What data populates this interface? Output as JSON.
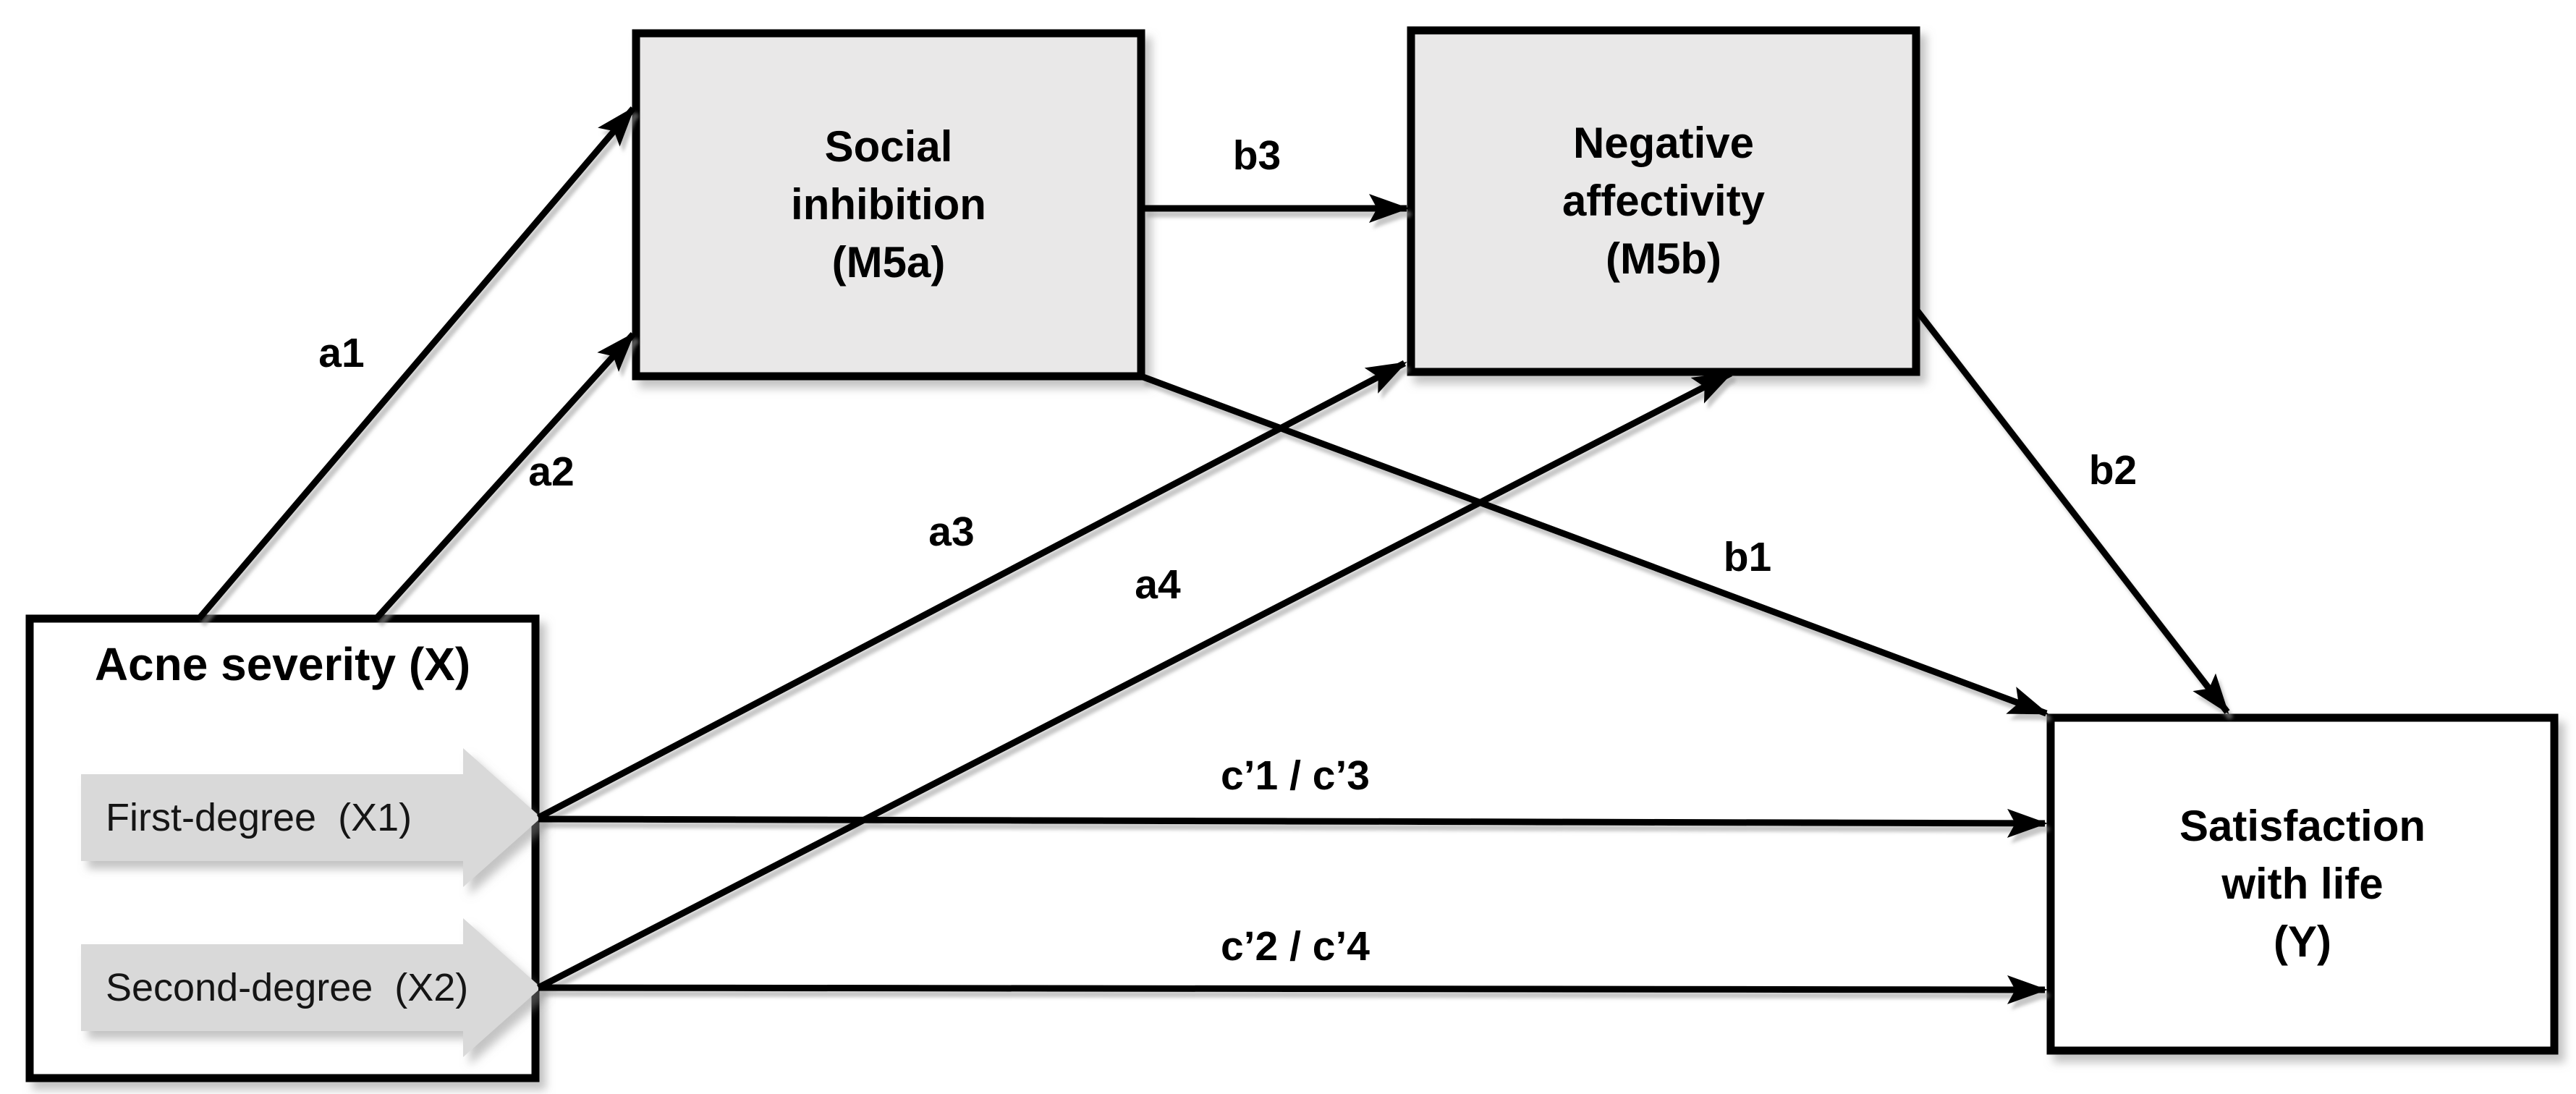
{
  "colors": {
    "background": "#ffffff",
    "box_border": "#000000",
    "mediator_fill": "#e9e8e8",
    "exogenous_fill": "#ffffff",
    "outcome_fill": "#ffffff",
    "banner_fill": "#d9d9d9",
    "arrow": "#000000"
  },
  "boxes": {
    "acne": {
      "title": "Acne severity (X)"
    },
    "social_inhibition": {
      "label": "Social\ninhibition\n(M5a)"
    },
    "negative_affectivity": {
      "label": "Negative\naffectivity\n(M5b)"
    },
    "satisfaction": {
      "label": "Satisfaction\nwith life\n(Y)"
    }
  },
  "banners": {
    "x1": {
      "label": "First-degree  (X1)"
    },
    "x2": {
      "label": "Second-degree  (X2)"
    }
  },
  "edge_labels": {
    "a1": "a1",
    "a2": "a2",
    "a3": "a3",
    "a4": "a4",
    "b1": "b1",
    "b2": "b2",
    "b3": "b3",
    "c13": "c’1 / c’3",
    "c24": "c’2 / c’4"
  }
}
